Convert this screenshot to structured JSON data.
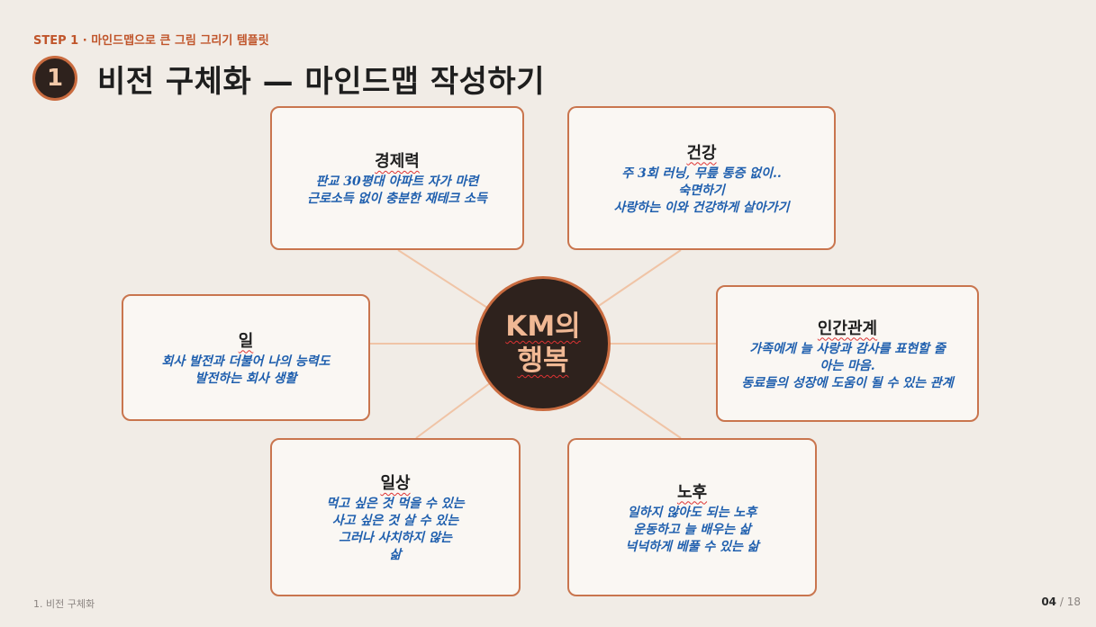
{
  "header": {
    "step": "STEP 1 · 마인드맵으로 큰 그림 그리기 템플릿",
    "number": "1",
    "title": "비전 구체화 — 마인드맵 작성하기"
  },
  "center": {
    "line1": "KM의",
    "line2": "행복"
  },
  "cards": {
    "wealth": {
      "title": "경제력",
      "lines": [
        "판교 30평대 아파트 자가 마련",
        "근로소득 없이 충분한 재테크 소득"
      ]
    },
    "health": {
      "title": "건강",
      "lines": [
        "주 3회 러닝, 무릎 통증 없이..",
        "숙면하기",
        "사랑하는 이와 건강하게 살아가기"
      ]
    },
    "relations": {
      "title": "인간관계",
      "lines": [
        "가족에게 늘 사랑과 감사를 표현할 줄",
        "아는 마음.",
        "동료들의 성장에 도움이 될 수 있는 관계"
      ]
    },
    "work": {
      "title": "일",
      "lines": [
        "회사 발전과 더불어 나의 능력도",
        "발전하는 회사 생활"
      ]
    },
    "daily": {
      "title": "일상",
      "lines": [
        "먹고 싶은 것 먹을 수 있는",
        "사고 싶은 것 살 수 있는",
        "그러나 사치하지 않는",
        "삶"
      ]
    },
    "retirement": {
      "title": "노후",
      "lines": [
        "일하지 않아도 되는 노후",
        "운동하고 늘 배우는 삶",
        "넉넉하게 베풀 수 있는 삶"
      ]
    }
  },
  "footer": {
    "section": "1. 비전 구체화",
    "page_current": "04",
    "page_separator": "/",
    "page_total": "18"
  },
  "colors": {
    "accent": "#c96b3f",
    "dark": "#2e221d",
    "body_text": "#1f5fae",
    "background": "#f1ece6"
  }
}
